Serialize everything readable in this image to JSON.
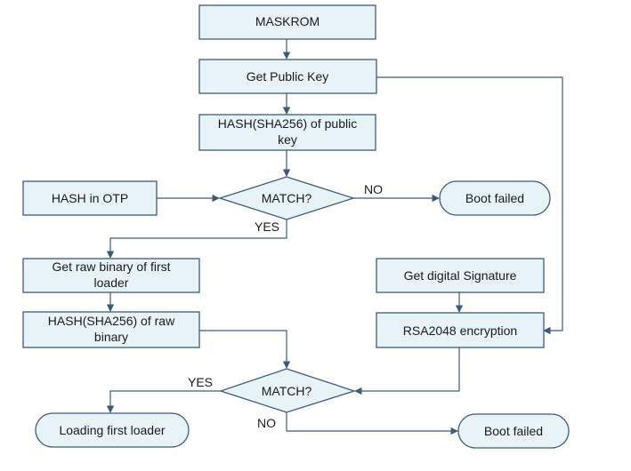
{
  "colors": {
    "node_fill": "#e8f3f7",
    "node_stroke": "#3d5a7a",
    "arrow": "#3d5a7a",
    "text": "#1a1a1a"
  },
  "nodes": {
    "maskrom": "MASKROM",
    "get_public_key": "Get Public Key",
    "hash_public_key": [
      "HASH(SHA256) of public",
      "key"
    ],
    "hash_in_otp": "HASH in OTP",
    "match_1": "MATCH?",
    "boot_failed_1": "Boot failed",
    "get_raw_binary": [
      "Get raw binary of first",
      "loader"
    ],
    "hash_raw_binary": [
      "HASH(SHA256) of raw",
      "binary"
    ],
    "get_digital_signature": "Get digital Signature",
    "rsa_encryption": "RSA2048 encryption",
    "match_2": "MATCH?",
    "loading_first_loader": "Loading first loader",
    "boot_failed_2": "Boot failed"
  },
  "edge_labels": {
    "match_1_no": "NO",
    "match_1_yes": "YES",
    "match_2_yes": "YES",
    "match_2_no": "NO"
  }
}
